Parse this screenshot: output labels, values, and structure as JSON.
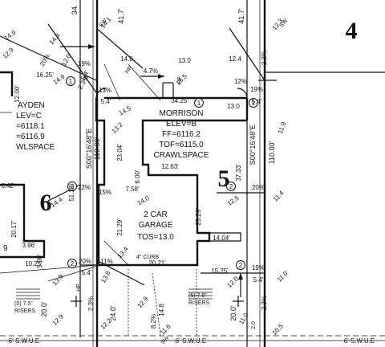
{
  "lots": {
    "lot4": "4",
    "lot5": "5",
    "lot6": "6"
  },
  "morrison": {
    "name": "MORRISON",
    "elev": "ELEV=B",
    "ff": "FF=6116.2",
    "tof": "TOF=6115.0",
    "crawl": "CRAWLSPACE"
  },
  "hayden": {
    "name": "AYDEN",
    "elev": "LEV=C",
    "ff": "=6118.1",
    "tof": "=6116.9",
    "crawl": "WLSPACE"
  },
  "garage": {
    "line1": "2 CAR",
    "line2": "GARAGE",
    "tos": "TOS=13.0"
  },
  "bearings": {
    "left": "S00°16'48\"E",
    "right": "S00°16'48\"E"
  },
  "easement": {
    "left": "6' S.W.U.E",
    "mid": "6' S.W.U.E",
    "right": "6' S.W.U.E"
  },
  "labels": {
    "curb": "4\" CURB",
    "risers_left": "(5) 7.5\"",
    "risers_left2": "RISERS",
    "risers_right": "(5) 7.5\"",
    "risers_right2": "RISERS",
    "hp_top": "HP",
    "hp_right": "HP",
    "hp_mid": "HP",
    "sw1": "SW",
    "sw2": "SW",
    "sw3": "SW",
    "pct1": "4.7%"
  },
  "dims": {
    "d34_top": "34.",
    "d41_7_left": "41.7'",
    "d14_1_top": "14.1",
    "d41_7_right": "41.7'",
    "d12_3": "12.3",
    "d14_9": "14.9",
    "d14_3": "14.3",
    "d12_9": "12.9",
    "d20pct_tl": "20%",
    "d12_0_tl": "12.0",
    "d19pct_tl": "19%",
    "d16_25": "16.25'",
    "d5_4_tl": "5.4'",
    "d14_9b": "14.9",
    "d2_3pct_tl": "2.3%",
    "d12_00": "12.00'",
    "d14_0": "14.0",
    "d13_0": "13.0",
    "d12_4": "12.4",
    "d2_3pct_tr": "2.3%",
    "d13_5": "13.5",
    "d12pct": "12%",
    "d19pct_tr": "19%",
    "d13pct": "13%",
    "d34_25": "34.25'",
    "d13_0b": "13.0",
    "d5_4_a": "5.4'",
    "d5_4_b": "5.4'",
    "d14_5": "14.5",
    "d13_2": "13.2",
    "d23_04": "23.04'",
    "d11_9": "11.9",
    "d110_left": "110.00'",
    "d110_right": "110.00'",
    "d51_33": "51.33'",
    "d37_33": "37.33'",
    "d6_00": "6.00'",
    "d12_63": "12.63'",
    "d7_58": "7.58'",
    "d14_0b": "14.0",
    "d22pct": "22%",
    "d15pct": "15%",
    "d20pct_mr": "20%",
    "d14_4": "14.4",
    "d12_5": "12.5",
    "d11_4": "11.4",
    "d21_29": "21.29'",
    "d25_29": "25.29'",
    "d14_04": "14.04'",
    "d6_42": "6.42'",
    "d20_17": "20.17'",
    "d3_96": "3.96'",
    "d5_00": "5.00'",
    "d10_25": "10.25'",
    "d20pct_bl": "20%",
    "d11pct": "11%",
    "d13_4": "13.4",
    "d20_21": "20.21'",
    "d15_25": "15.25'",
    "d19pct_br": "19%",
    "d5_4_bl": "5.4'",
    "d13_9": "13.9",
    "d12_0_br": "12.0",
    "d5_4_br": "5.4'",
    "d2_3pct_bl": "2.3%",
    "d2_3pct_br": "2.3%",
    "d11_0_right": "11.0",
    "d13_8": "13.8",
    "d12_9b": "12.9",
    "d14_8": "14.8",
    "d12_2": "12.2",
    "d24_0": "24.0'",
    "d11_0b": "11.0",
    "d20_0_left": "20.0'",
    "d20_0_right": "20.0'",
    "d10_5": "10.5",
    "d11_6": "11.6",
    "d12_9c": "12.9",
    "d8_2pct": "8.2%",
    "d2_0": "2.0",
    "d9_left": "9"
  },
  "markers": {
    "m1": "1",
    "m2": "1",
    "m3": "2",
    "m4": "2",
    "m5": "2",
    "m6": "2",
    "m7": "1"
  }
}
